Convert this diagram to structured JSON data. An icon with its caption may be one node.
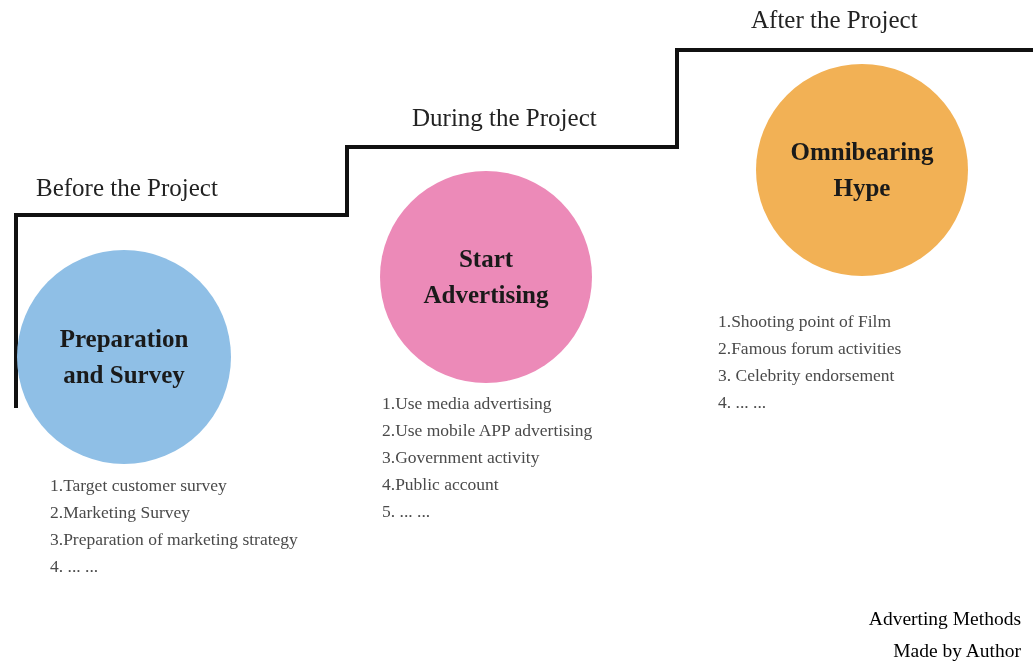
{
  "diagram": {
    "nodes": [
      {
        "text": [
          "Preparation and Survey"
        ],
        "beside": [
          "1.Target customer survey",
          "2.Marketing Survey",
          "3.Preparation of marketing strategy",
          "4. ... ..."
        ]
      },
      {
        "text": [
          "Start Advertising"
        ],
        "beside": [
          "1.Use media advertising",
          "2.Use mobile APP advertising",
          "3.Government activity",
          "4.Public account",
          "5. ... ..."
        ]
      },
      {
        "text": [
          "Omnibearing Hype"
        ],
        "beside": [
          "1.Shooting point of Film",
          "2.Famous forum activities",
          "3. Celebrity endorsement",
          "4. ... ..."
        ]
      }
    ],
    "labels": [
      "After the Project",
      "During the Project",
      "Before the Project",
      "Adverting Methods",
      "Made by Author"
    ]
  }
}
